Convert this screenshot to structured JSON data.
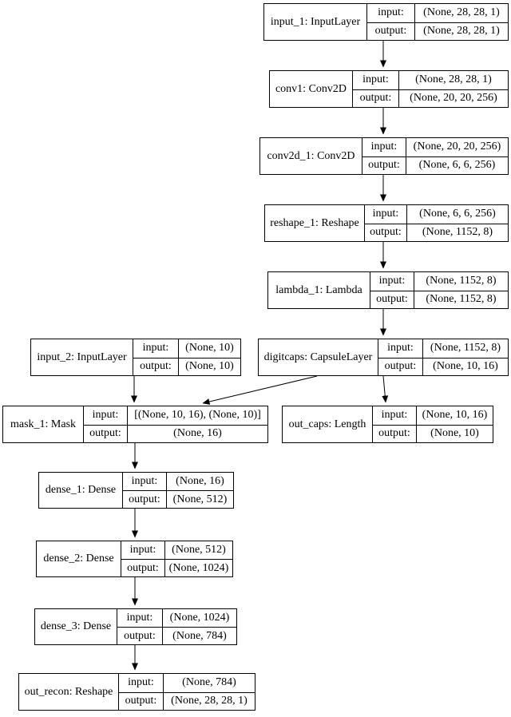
{
  "diagram": {
    "kind": "neural-network-layer-graph",
    "background_color": "#ffffff",
    "line_color": "#000000",
    "text_color": "#000000"
  },
  "labels": {
    "input": "input:",
    "output": "output:"
  },
  "nodes": [
    {
      "id": "input_1",
      "title": "input_1: InputLayer",
      "input": "(None, 28, 28, 1)",
      "output": "(None, 28, 28, 1)"
    },
    {
      "id": "conv1",
      "title": "conv1: Conv2D",
      "input": "(None, 28, 28, 1)",
      "output": "(None, 20, 20, 256)"
    },
    {
      "id": "conv2d_1",
      "title": "conv2d_1: Conv2D",
      "input": "(None, 20, 20, 256)",
      "output": "(None, 6, 6, 256)"
    },
    {
      "id": "reshape_1",
      "title": "reshape_1: Reshape",
      "input": "(None, 6, 6, 256)",
      "output": "(None, 1152, 8)"
    },
    {
      "id": "lambda_1",
      "title": "lambda_1: Lambda",
      "input": "(None, 1152, 8)",
      "output": "(None, 1152, 8)"
    },
    {
      "id": "digitcaps",
      "title": "digitcaps: CapsuleLayer",
      "input": "(None, 1152, 8)",
      "output": "(None, 10, 16)"
    },
    {
      "id": "input_2",
      "title": "input_2: InputLayer",
      "input": "(None, 10)",
      "output": "(None, 10)"
    },
    {
      "id": "mask_1",
      "title": "mask_1: Mask",
      "input": "[(None, 10, 16), (None, 10)]",
      "output": "(None, 16)"
    },
    {
      "id": "out_caps",
      "title": "out_caps: Length",
      "input": "(None, 10, 16)",
      "output": "(None, 10)"
    },
    {
      "id": "dense_1",
      "title": "dense_1: Dense",
      "input": "(None, 16)",
      "output": "(None, 512)"
    },
    {
      "id": "dense_2",
      "title": "dense_2: Dense",
      "input": "(None, 512)",
      "output": "(None, 1024)"
    },
    {
      "id": "dense_3",
      "title": "dense_3: Dense",
      "input": "(None, 1024)",
      "output": "(None, 784)"
    },
    {
      "id": "out_recon",
      "title": "out_recon: Reshape",
      "input": "(None, 784)",
      "output": "(None, 28, 28, 1)"
    }
  ],
  "edges": [
    {
      "from": "input_1",
      "to": "conv1"
    },
    {
      "from": "conv1",
      "to": "conv2d_1"
    },
    {
      "from": "conv2d_1",
      "to": "reshape_1"
    },
    {
      "from": "reshape_1",
      "to": "lambda_1"
    },
    {
      "from": "lambda_1",
      "to": "digitcaps"
    },
    {
      "from": "input_2",
      "to": "mask_1"
    },
    {
      "from": "digitcaps",
      "to": "mask_1"
    },
    {
      "from": "digitcaps",
      "to": "out_caps"
    },
    {
      "from": "mask_1",
      "to": "dense_1"
    },
    {
      "from": "dense_1",
      "to": "dense_2"
    },
    {
      "from": "dense_2",
      "to": "dense_3"
    },
    {
      "from": "dense_3",
      "to": "out_recon"
    }
  ]
}
